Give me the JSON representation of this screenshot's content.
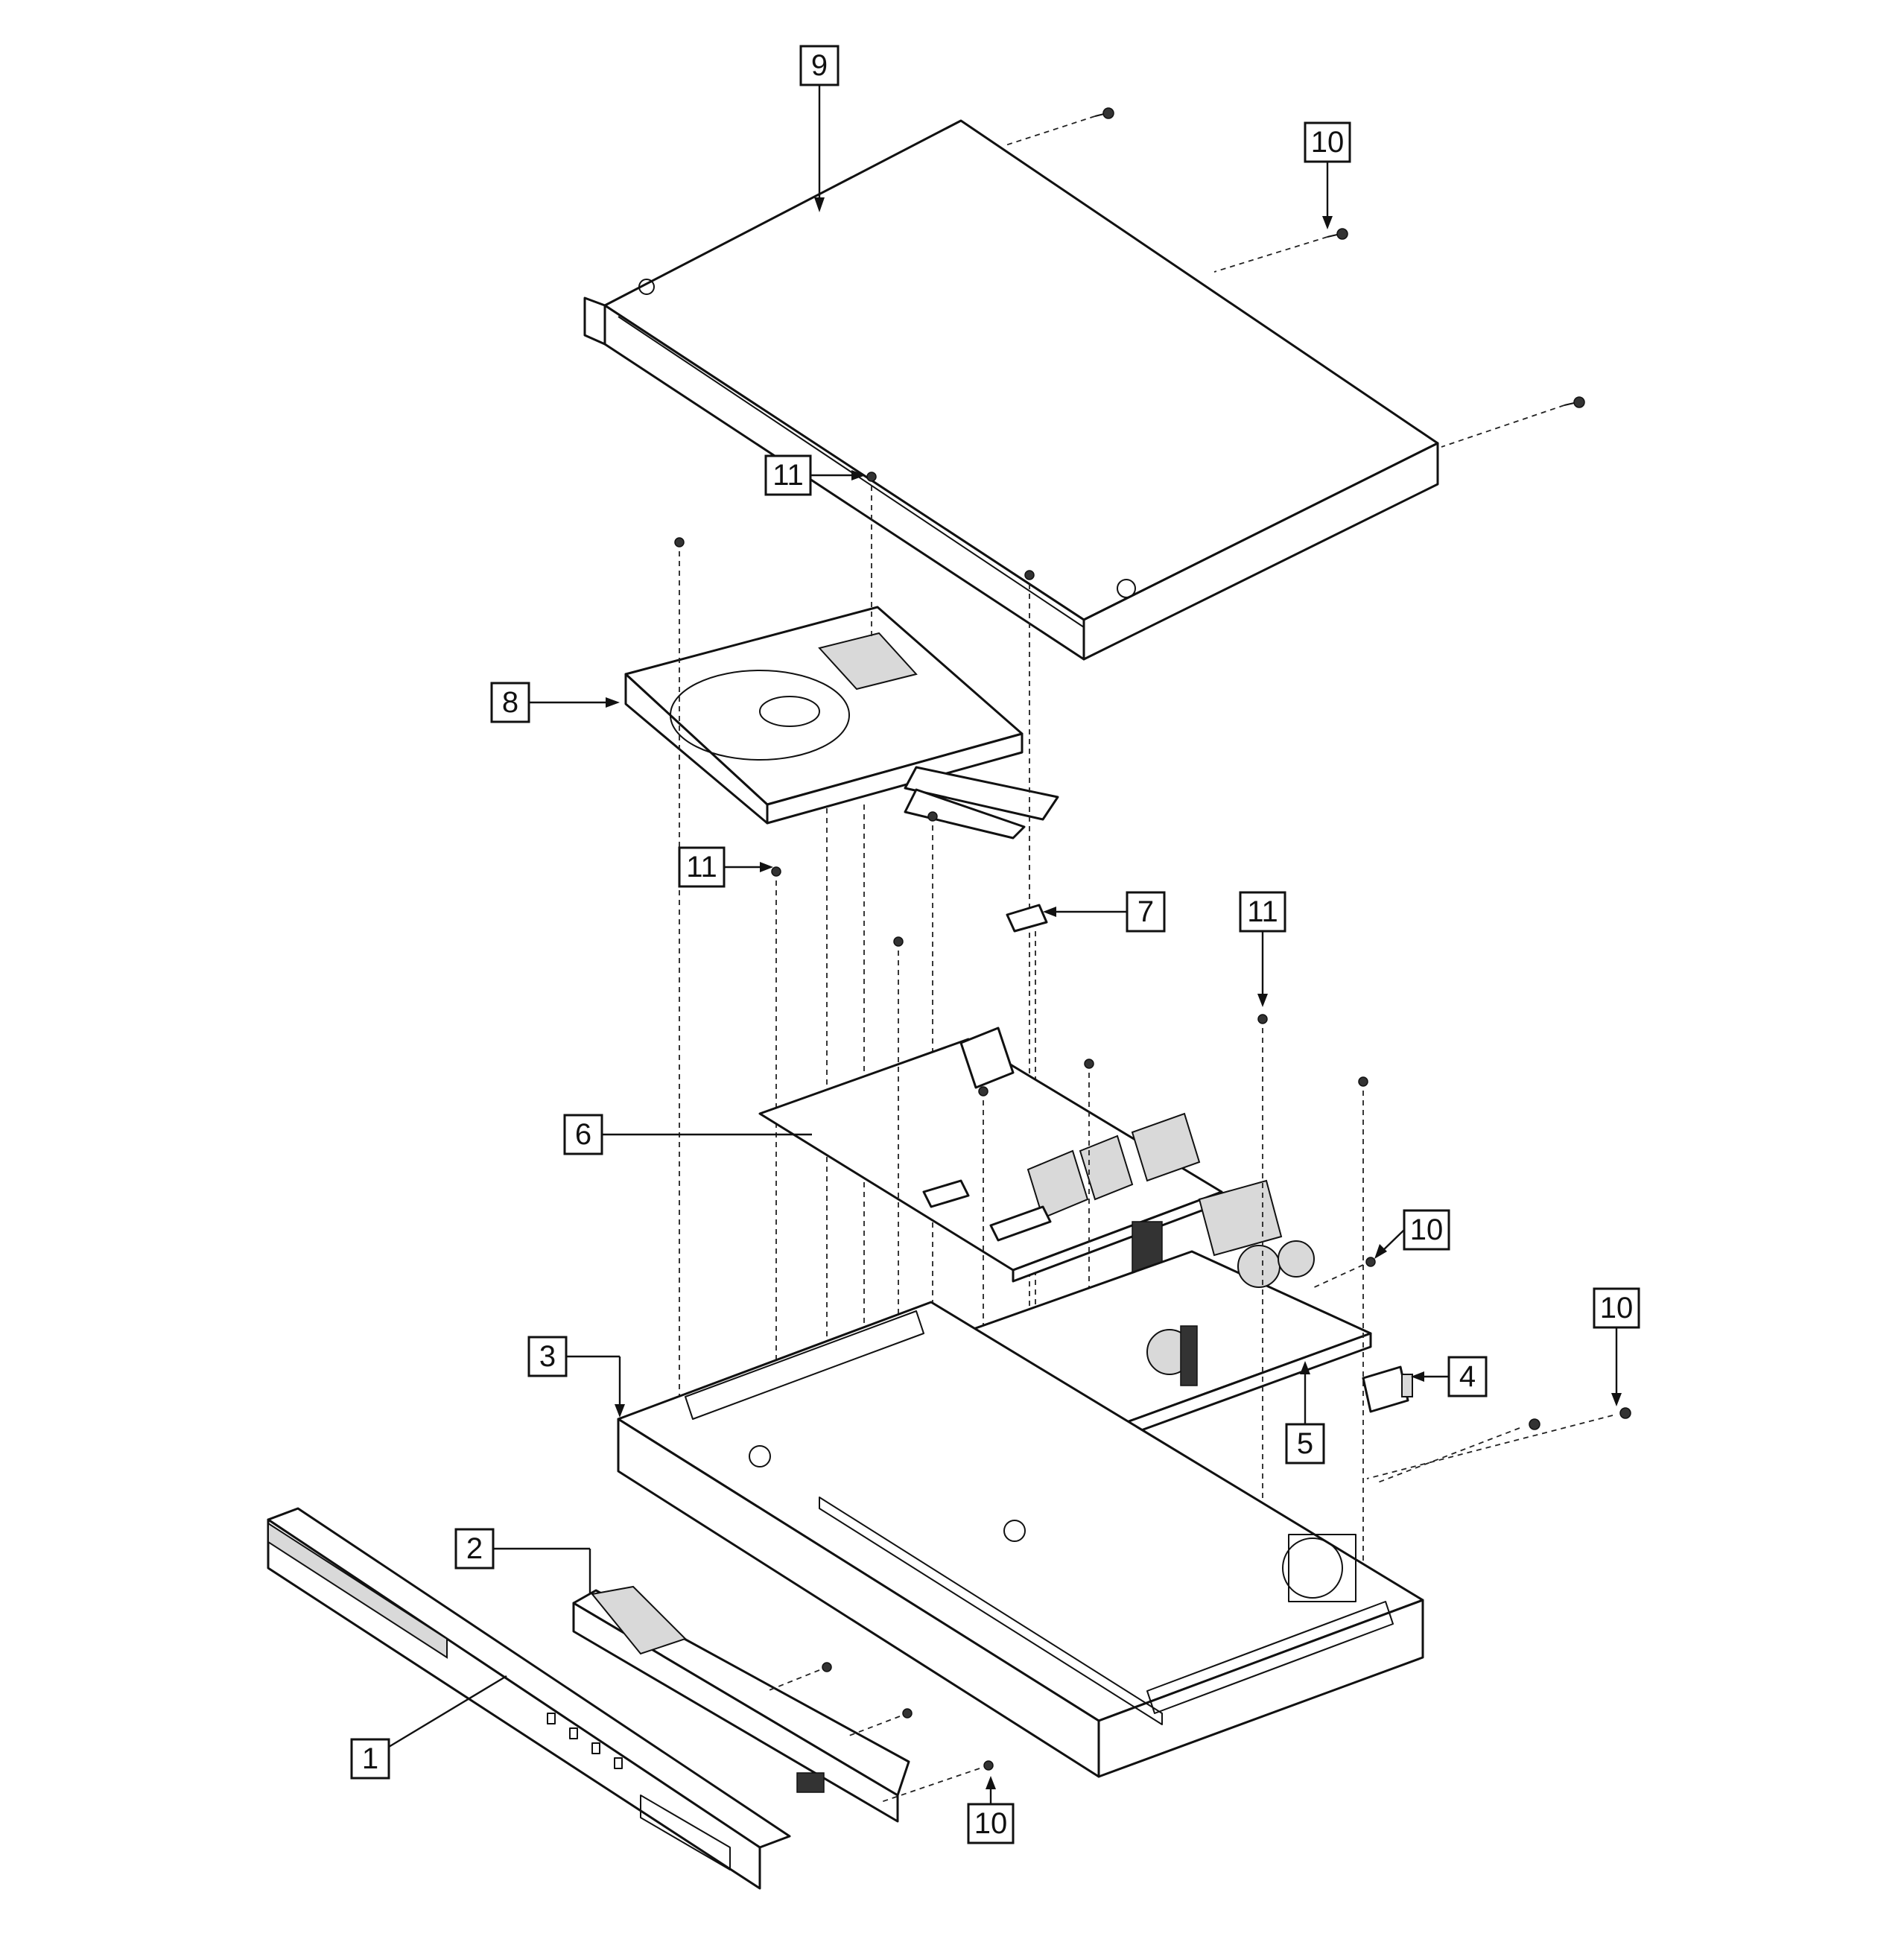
{
  "diagram": {
    "callouts": [
      {
        "id": "c9",
        "label": "9"
      },
      {
        "id": "c10a",
        "label": "10"
      },
      {
        "id": "c11a",
        "label": "11"
      },
      {
        "id": "c8",
        "label": "8"
      },
      {
        "id": "c11b",
        "label": "11"
      },
      {
        "id": "c7",
        "label": "7"
      },
      {
        "id": "c11c",
        "label": "11"
      },
      {
        "id": "c6",
        "label": "6"
      },
      {
        "id": "c10b",
        "label": "10"
      },
      {
        "id": "c10c",
        "label": "10"
      },
      {
        "id": "c3",
        "label": "3"
      },
      {
        "id": "c4",
        "label": "4"
      },
      {
        "id": "c5",
        "label": "5"
      },
      {
        "id": "c2",
        "label": "2"
      },
      {
        "id": "c1",
        "label": "1"
      },
      {
        "id": "c10d",
        "label": "10"
      }
    ]
  }
}
